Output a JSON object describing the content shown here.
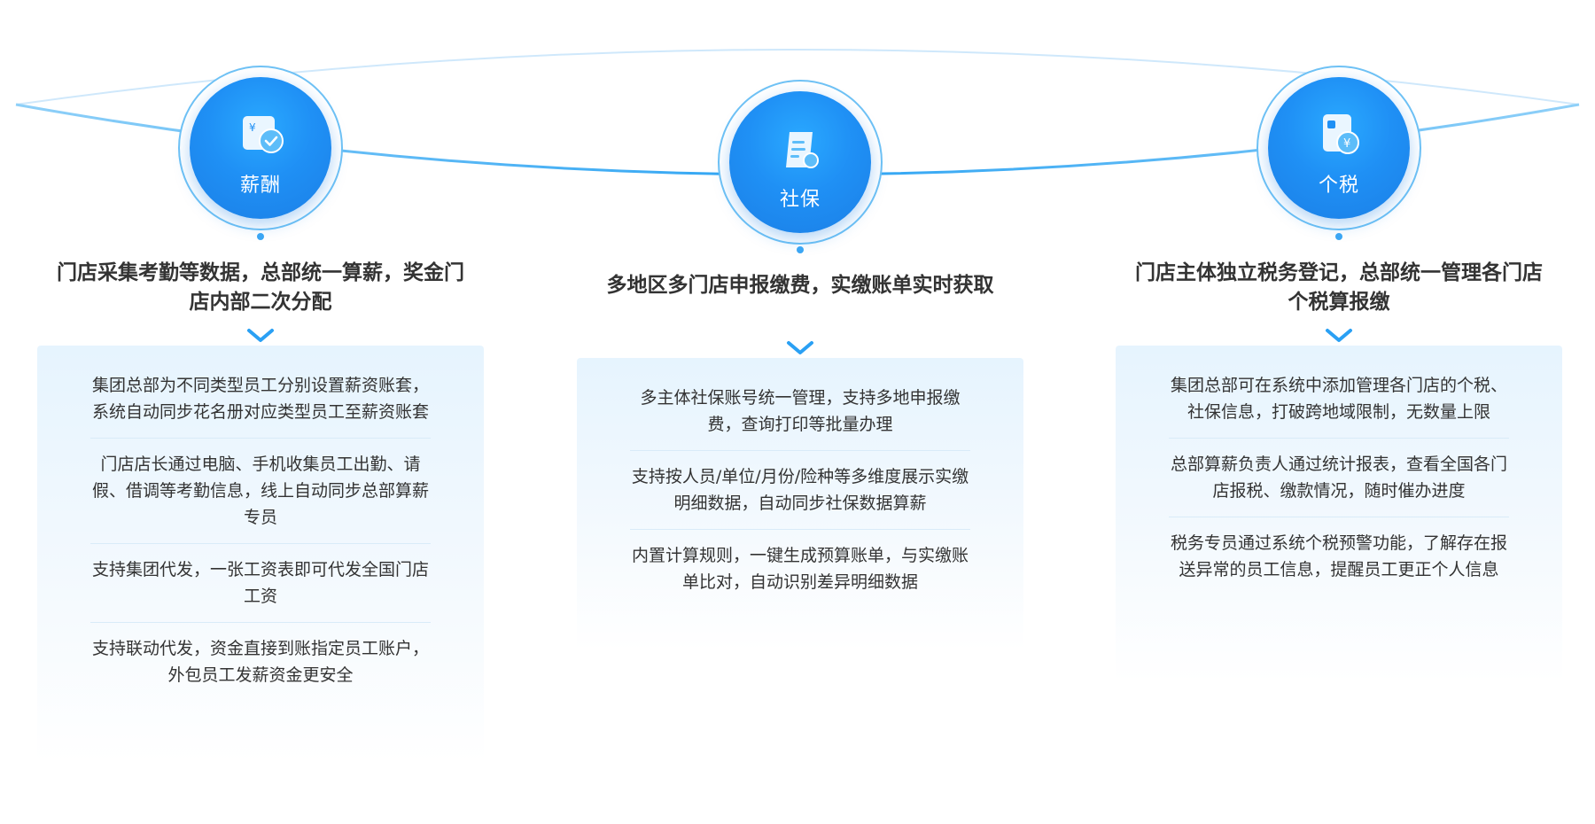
{
  "columns": [
    {
      "title": "薪酬",
      "icon": "salary-yuan-check-icon",
      "summary": "门店采集考勤等数据，总部统一算薪，奖金门店内部二次分配",
      "details": [
        "集团总部为不同类型员工分别设置薪资账套，系统自动同步花名册对应类型员工至薪资账套",
        "门店店长通过电脑、手机收集员工出勤、请假、借调等考勤信息，线上自动同步总部算薪专员",
        "支持集团代发，一张工资表即可代发全国门店工资",
        "支持联动代发，资金直接到账指定员工账户，外包员工发薪资金更安全"
      ]
    },
    {
      "title": "社保",
      "icon": "social-insurance-document-icon",
      "summary": "多地区多门店申报缴费，实缴账单实时获取",
      "details": [
        "多主体社保账号统一管理，支持多地申报缴费，查询打印等批量办理",
        "支持按人员/单位/月份/险种等多维度展示实缴明细数据，自动同步社保数据算薪",
        "内置计算规则，一键生成预算账单，与实缴账单比对，自动识别差异明细数据"
      ]
    },
    {
      "title": "个税",
      "icon": "tax-yuan-icon",
      "summary": "门店主体独立税务登记，总部统一管理各门店个税算报缴",
      "details": [
        "集团总部可在系统中添加管理各门店的个税、社保信息，打破跨地域限制，无数量上限",
        "总部算薪负责人通过统计报表，查看全国各门店报税、缴款情况，随时催办进度",
        "税务专员通过系统个税预警功能，了解存在报送异常的员工信息，提醒员工更正个人信息"
      ]
    }
  ],
  "colors": {
    "accent": "#1f90f5",
    "accent_light": "#6fc2f5",
    "card_bg": "#e6f4fe",
    "text": "#333333"
  }
}
